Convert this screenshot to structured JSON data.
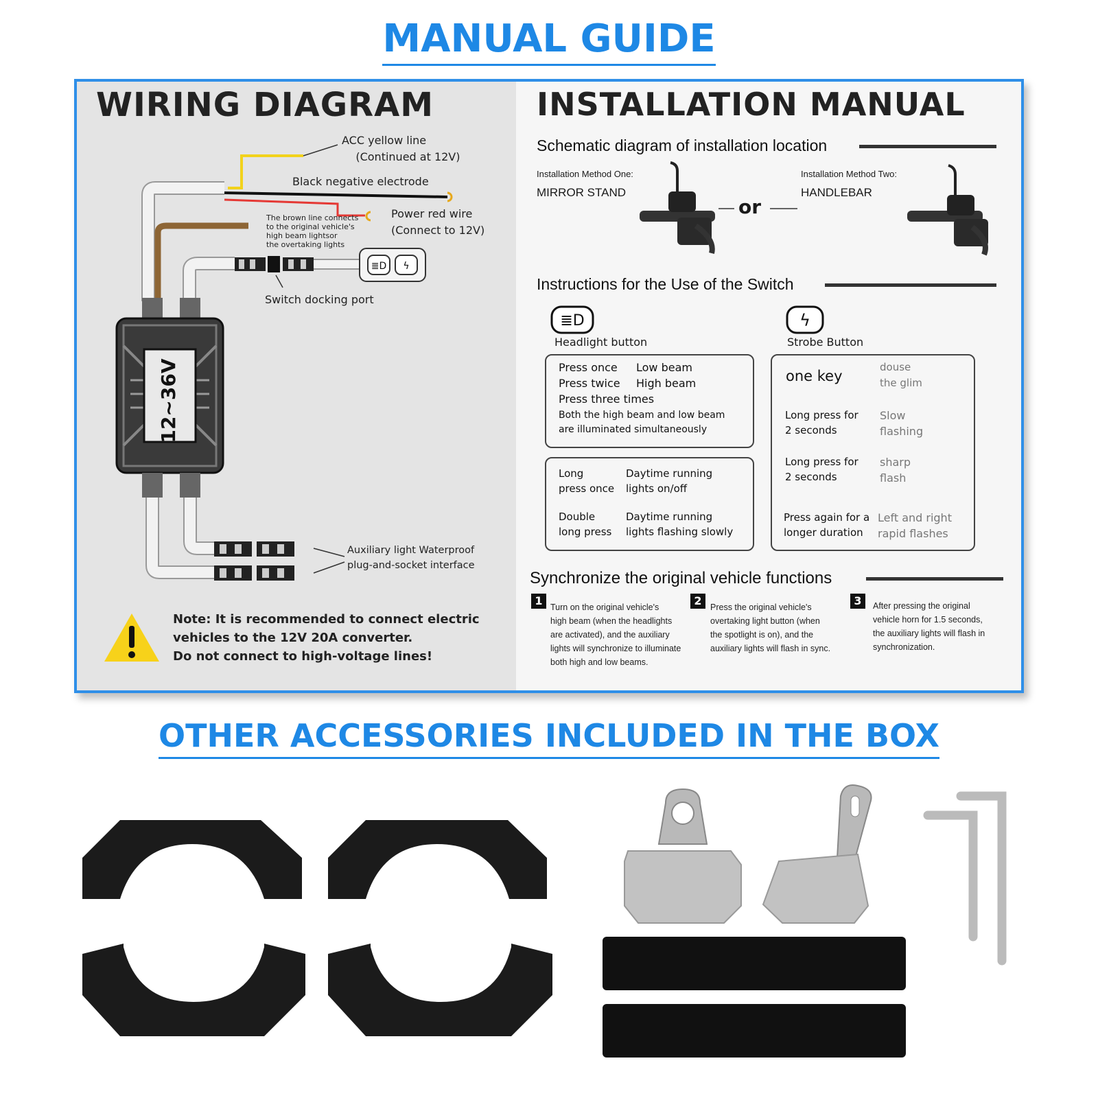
{
  "headings": {
    "manual_guide": "MANUAL GUIDE",
    "accessories": "OTHER ACCESSORIES INCLUDED IN THE BOX"
  },
  "wiring": {
    "title": "WIRING DIAGRAM",
    "acc_line": "ACC yellow line\n    (Continued at 12V)",
    "black_negative": "Black negative electrode",
    "power_red": "Power red wire\n(Connect to 12V)",
    "brown_line": "The brown line connects\nto the original vehicle's\nhigh beam lightsor\nthe overtaking lights",
    "switch_port": "Switch docking port",
    "voltage": "12~36V",
    "aux_interface": "Auxiliary light Waterproof\nplug-and-socket interface",
    "note": "Note: It is recommended to connect electric\nvehicles to the 12V 20A converter.\nDo not connect to high-voltage lines!",
    "colors": {
      "yellow": "#f2d21b",
      "red": "#e53935",
      "brown": "#8d6534",
      "black": "#111111"
    }
  },
  "install": {
    "title": "INSTALLATION MANUAL",
    "schematic_heading": "Schematic diagram of installation location",
    "method_one_label": "Installation Method One:",
    "method_one": "MIRROR STAND",
    "or": "or",
    "method_two_label": "Installation Method Two:",
    "method_two": "HANDLEBAR",
    "switch_heading": "Instructions for the Use of the Switch",
    "headlight_button": "Headlight button",
    "strobe_button": "Strobe Button",
    "headlight_box1": {
      "press_once": "Press once",
      "low_beam": "Low beam",
      "press_twice": "Press twice",
      "high_beam": "High beam",
      "press_three": "Press three times",
      "both": "Both the high beam and low beam\nare illuminated simultaneously"
    },
    "headlight_box2": {
      "long_press_once": "Long\npress once",
      "drl_onoff": "Daytime running\nlights on/off",
      "double_long": "Double\nlong press",
      "drl_flash": "Daytime running\nlights flashing slowly"
    },
    "strobe_box": {
      "one_key": "one key",
      "douse": "douse\nthe glim",
      "long_press_1": "Long press for\n2 seconds",
      "slow": "Slow\nflashing",
      "long_press_2": "Long press for\n2 seconds",
      "sharp": "sharp\nflash",
      "press_again": "Press again for a\nlonger duration",
      "left_right": "Left and right\nrapid flashes"
    },
    "sync_heading": "Synchronize the original vehicle functions",
    "steps": [
      {
        "num": "1",
        "text": "Turn on the original vehicle's\nhigh beam (when the headlights\nare activated), and the auxiliary\nlights will synchronize to illuminate\nboth high and low beams."
      },
      {
        "num": "2",
        "text": "Press the original vehicle's\novertaking light button (when\nthe spotlight is on), and the\nauxiliary lights will flash in sync."
      },
      {
        "num": "3",
        "text": "After pressing the original\nvehicle horn for 1.5 seconds,\nthe auxiliary lights will flash in\nsynchronization."
      }
    ]
  },
  "accent_color": "#1e88e5"
}
